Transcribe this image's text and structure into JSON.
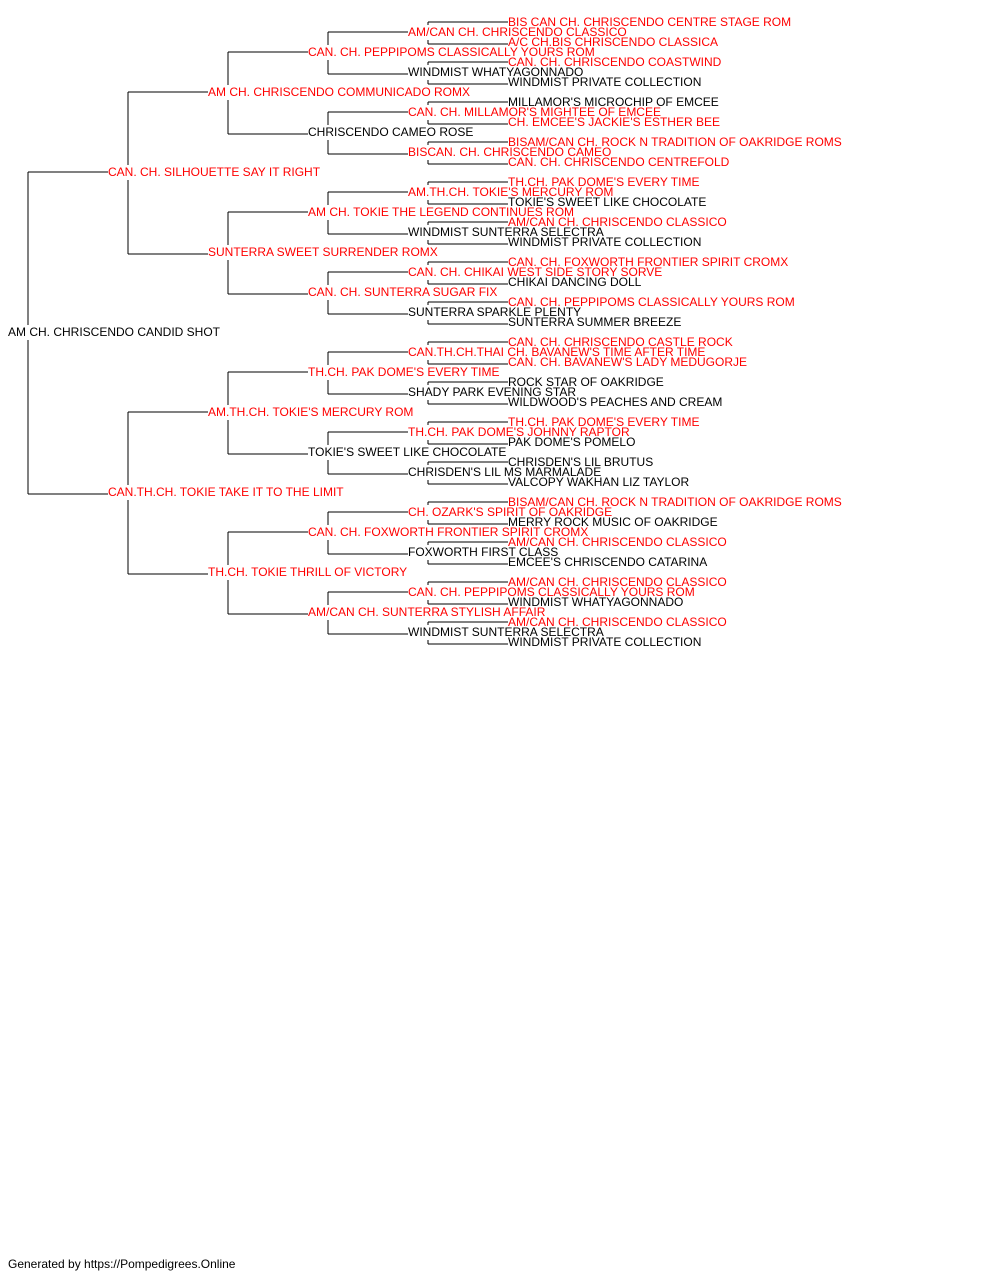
{
  "colors": {
    "titled": "#ff0000",
    "plain": "#000000",
    "line": "#000000"
  },
  "pedigree": {
    "name": "AM CH. CHRISCENDO CANDID SHOT",
    "titled": false,
    "sire": {
      "name": "CAN. CH. SILHOUETTE SAY IT RIGHT",
      "titled": true,
      "sire": {
        "name": "AM CH. CHRISCENDO COMMUNICADO ROMX",
        "titled": true,
        "sire": {
          "name": "CAN. CH. PEPPIPOMS CLASSICALLY YOURS ROM",
          "titled": true,
          "sire": {
            "name": "AM/CAN CH. CHRISCENDO CLASSICO",
            "titled": true,
            "sire": {
              "name": "BIS CAN CH. CHRISCENDO CENTRE STAGE ROM",
              "titled": true
            },
            "dam": {
              "name": "A/C CH.BIS CHRISCENDO CLASSICA",
              "titled": true
            }
          },
          "dam": {
            "name": "WINDMIST WHATYAGONNADO",
            "titled": false,
            "sire": {
              "name": "CAN. CH. CHRISCENDO COASTWIND",
              "titled": true
            },
            "dam": {
              "name": "WINDMIST PRIVATE COLLECTION",
              "titled": false
            }
          }
        },
        "dam": {
          "name": "CHRISCENDO CAMEO ROSE",
          "titled": false,
          "sire": {
            "name": "CAN. CH. MILLAMOR'S MIGHTEE OF EMCEE",
            "titled": true,
            "sire": {
              "name": "MILLAMOR'S MICROCHIP OF EMCEE",
              "titled": false
            },
            "dam": {
              "name": "CH. EMCEE'S JACKIE'S ESTHER BEE",
              "titled": true
            }
          },
          "dam": {
            "name": "BISCAN. CH. CHRISCENDO CAMEO",
            "titled": true,
            "sire": {
              "name": "BISAM/CAN CH. ROCK N TRADITION OF OAKRIDGE ROMS",
              "titled": true
            },
            "dam": {
              "name": "CAN. CH. CHRISCENDO CENTREFOLD",
              "titled": true
            }
          }
        }
      },
      "dam": {
        "name": "SUNTERRA SWEET SURRENDER ROMX",
        "titled": true,
        "sire": {
          "name": "AM CH. TOKIE THE LEGEND CONTINUES ROM",
          "titled": true,
          "sire": {
            "name": "AM.TH.CH. TOKIE'S MERCURY ROM",
            "titled": true,
            "sire": {
              "name": "TH.CH. PAK DOME'S EVERY TIME",
              "titled": true
            },
            "dam": {
              "name": "TOKIE'S SWEET LIKE CHOCOLATE",
              "titled": false
            }
          },
          "dam": {
            "name": "WINDMIST SUNTERRA SELECTRA",
            "titled": false,
            "sire": {
              "name": "AM/CAN CH. CHRISCENDO CLASSICO",
              "titled": true
            },
            "dam": {
              "name": "WINDMIST PRIVATE COLLECTION",
              "titled": false
            }
          }
        },
        "dam": {
          "name": "CAN. CH. SUNTERRA SUGAR FIX",
          "titled": true,
          "sire": {
            "name": "CAN. CH. CHIKAI WEST SIDE STORY SORVE",
            "titled": true,
            "sire": {
              "name": "CAN. CH. FOXWORTH FRONTIER SPIRIT CROMX",
              "titled": true
            },
            "dam": {
              "name": "CHIKAI DANCING DOLL",
              "titled": false
            }
          },
          "dam": {
            "name": "SUNTERRA SPARKLE PLENTY",
            "titled": false,
            "sire": {
              "name": "CAN. CH. PEPPIPOMS CLASSICALLY YOURS ROM",
              "titled": true
            },
            "dam": {
              "name": "SUNTERRA SUMMER BREEZE",
              "titled": false
            }
          }
        }
      }
    },
    "dam": {
      "name": "CAN.TH.CH. TOKIE TAKE IT TO THE LIMIT",
      "titled": true,
      "sire": {
        "name": "AM.TH.CH. TOKIE'S MERCURY ROM",
        "titled": true,
        "sire": {
          "name": "TH.CH. PAK DOME'S EVERY TIME",
          "titled": true,
          "sire": {
            "name": "CAN.TH.CH.THAI CH. BAVANEW'S TIME AFTER TIME",
            "titled": true,
            "sire": {
              "name": "CAN. CH. CHRISCENDO CASTLE ROCK",
              "titled": true
            },
            "dam": {
              "name": "CAN. CH. BAVANEW'S LADY MEDUGORJE",
              "titled": true
            }
          },
          "dam": {
            "name": "SHADY PARK EVENING STAR",
            "titled": false,
            "sire": {
              "name": "ROCK STAR OF OAKRIDGE",
              "titled": false
            },
            "dam": {
              "name": "WILDWOOD'S PEACHES AND CREAM",
              "titled": false
            }
          }
        },
        "dam": {
          "name": "TOKIE'S SWEET LIKE CHOCOLATE",
          "titled": false,
          "sire": {
            "name": "TH.CH. PAK DOME'S JOHNNY RAPTOR",
            "titled": true,
            "sire": {
              "name": "TH.CH. PAK DOME'S EVERY TIME",
              "titled": true
            },
            "dam": {
              "name": "PAK DOME'S POMELO",
              "titled": false
            }
          },
          "dam": {
            "name": "CHRISDEN'S LIL MS MARMALADE",
            "titled": false,
            "sire": {
              "name": "CHRISDEN'S LIL BRUTUS",
              "titled": false
            },
            "dam": {
              "name": "VALCOPY WAKHAN LIZ TAYLOR",
              "titled": false
            }
          }
        }
      },
      "dam": {
        "name": "TH.CH. TOKIE THRILL OF VICTORY",
        "titled": true,
        "sire": {
          "name": "CAN. CH. FOXWORTH FRONTIER SPIRIT CROMX",
          "titled": true,
          "sire": {
            "name": "CH. OZARK'S SPIRIT OF OAKRIDGE",
            "titled": true,
            "sire": {
              "name": "BISAM/CAN CH. ROCK N TRADITION OF OAKRIDGE ROMS",
              "titled": true
            },
            "dam": {
              "name": "MERRY ROCK MUSIC OF OAKRIDGE",
              "titled": false
            }
          },
          "dam": {
            "name": "FOXWORTH FIRST CLASS",
            "titled": false,
            "sire": {
              "name": "AM/CAN CH. CHRISCENDO CLASSICO",
              "titled": true
            },
            "dam": {
              "name": "EMCEE'S CHRISCENDO CATARINA",
              "titled": false
            }
          }
        },
        "dam": {
          "name": "AM/CAN CH. SUNTERRA STYLISH AFFAIR",
          "titled": true,
          "sire": {
            "name": "CAN. CH. PEPPIPOMS CLASSICALLY YOURS ROM",
            "titled": true,
            "sire": {
              "name": "AM/CAN CH. CHRISCENDO CLASSICO",
              "titled": true
            },
            "dam": {
              "name": "WINDMIST WHATYAGONNADO",
              "titled": false
            }
          },
          "dam": {
            "name": "WINDMIST SUNTERRA SELECTRA",
            "titled": false,
            "sire": {
              "name": "AM/CAN CH. CHRISCENDO CLASSICO",
              "titled": true
            },
            "dam": {
              "name": "WINDMIST PRIVATE COLLECTION",
              "titled": false
            }
          }
        }
      }
    }
  },
  "footer": {
    "text": "Generated by https://Pompedigrees.Online"
  }
}
